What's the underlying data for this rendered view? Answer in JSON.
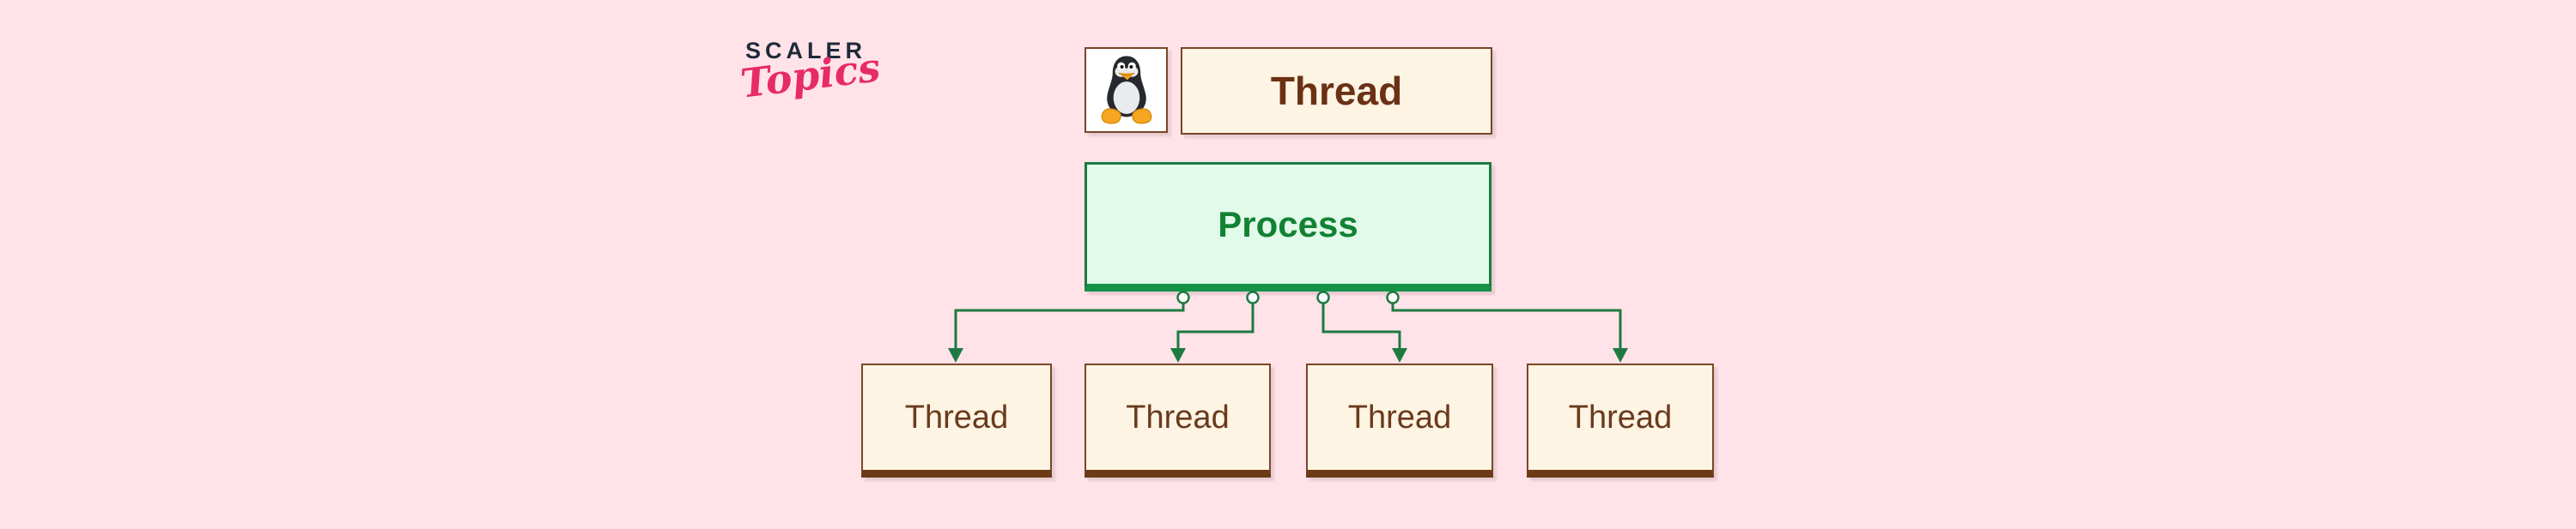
{
  "logo": {
    "brand": "SCALER",
    "sub": "Topics"
  },
  "header": {
    "title": "Thread",
    "icon": "tux-linux-penguin"
  },
  "diagram": {
    "parent": {
      "label": "Process"
    },
    "children": [
      {
        "label": "Thread"
      },
      {
        "label": "Thread"
      },
      {
        "label": "Thread"
      },
      {
        "label": "Thread"
      }
    ]
  },
  "colors": {
    "background": "#ffe3e9",
    "process_fill": "#e2fae9",
    "process_border": "#1e7a41",
    "process_underline": "#149247",
    "process_text": "#118234",
    "connector_line": "#1e7a41",
    "thread_fill": "#fdf4e3",
    "thread_border": "#7a4527",
    "thread_underline": "#6b3a16",
    "thread_text": "#6a3a1d",
    "title_text": "#6b3115",
    "logo_brand": "#1f2a3a",
    "logo_sub": "#e72a68",
    "tux_body": "#26292e",
    "tux_accent": "#f5a623"
  }
}
